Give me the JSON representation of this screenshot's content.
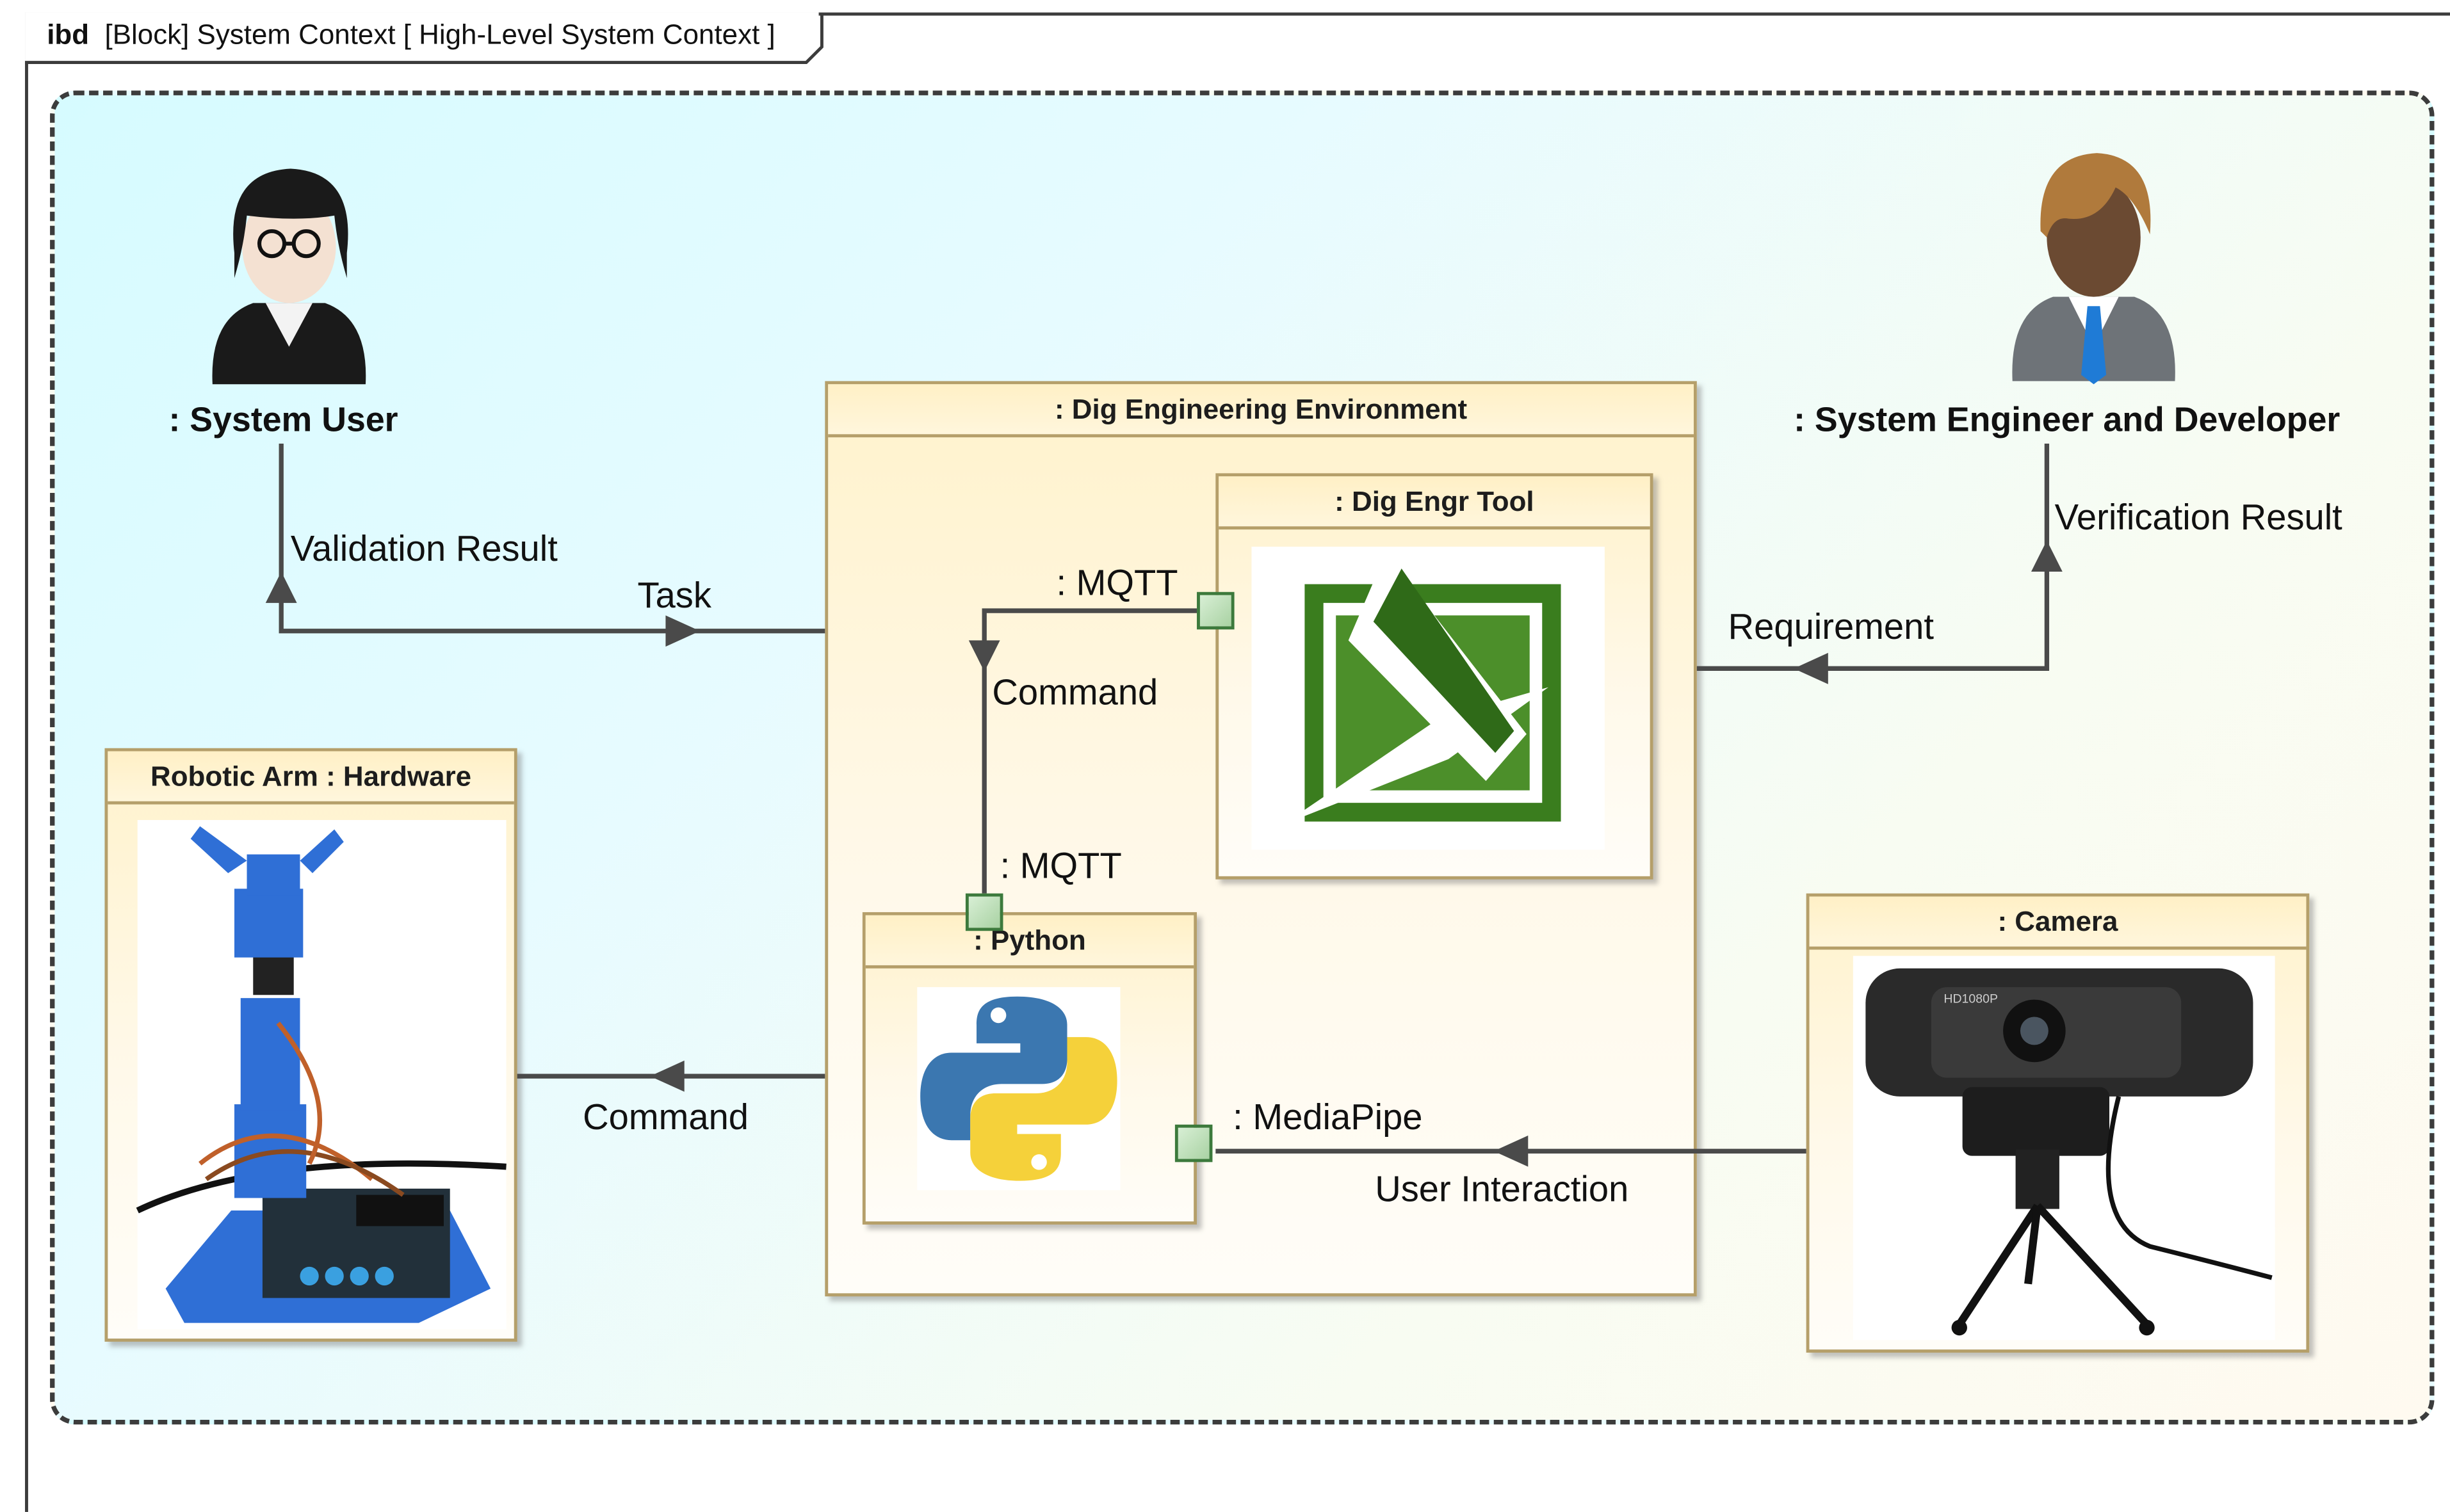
{
  "frame": {
    "kind": "ibd",
    "title": "[Block] System Context [ High-Level System Context ]"
  },
  "actors": {
    "user": ": System User",
    "engineer": ": System Engineer and Developer"
  },
  "blocks": {
    "environment": ": Dig Engineering Environment",
    "tool": ": Dig Engr Tool",
    "python": ": Python",
    "robot": "Robotic Arm : Hardware",
    "camera": ": Camera"
  },
  "ports": {
    "tool_port": ": MQTT",
    "python_port": ": MQTT",
    "mediapipe_port": ": MediaPipe"
  },
  "flows": {
    "validation_result": "Validation Result",
    "task": "Task",
    "command_internal": "Command",
    "requirement": "Requirement",
    "verification_result": "Verification Result",
    "command_robot": "Command",
    "user_interaction": "User Interaction"
  },
  "camera_badge": "HD1080P",
  "colors": {
    "boundary_fill": "#e7fbff",
    "block_fill": "#fff6dc",
    "block_border": "#b59f6a",
    "port_green": "#3c7a3c",
    "tool_green": "#3a7d1e",
    "python_blue": "#3b77b0",
    "python_yellow": "#f5d13a",
    "robot_blue": "#2f6fd6"
  },
  "icons": [
    "person-female-icon",
    "person-male-icon",
    "dig-engr-tool-logo",
    "python-logo",
    "robotic-arm-photo",
    "webcam-photo"
  ]
}
